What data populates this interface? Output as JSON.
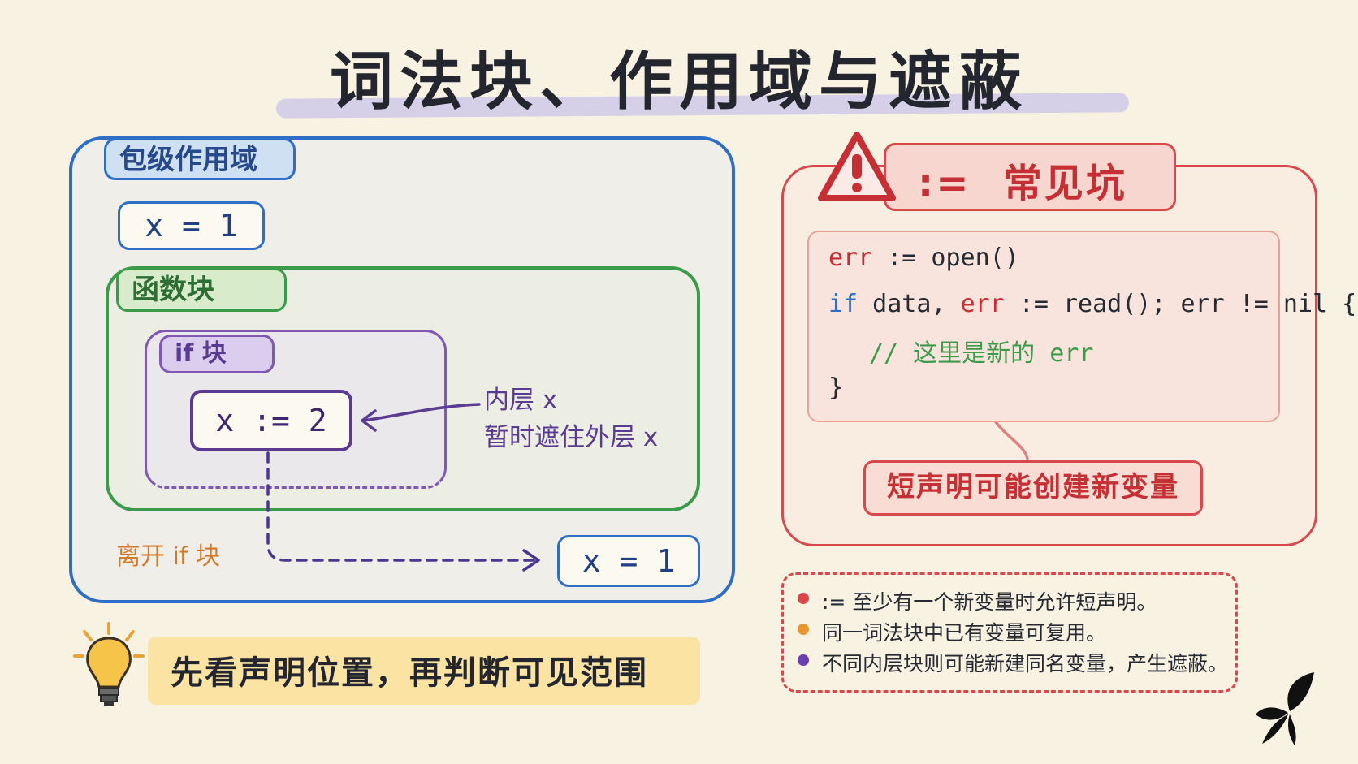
{
  "title": "词法块、作用域与遮蔽",
  "left": {
    "package_scope_label": "包级作用域",
    "x_outer": "x = 1",
    "function_block_label": "函数块",
    "if_block_label": "if 块",
    "x_inner": "x := 2",
    "inner_note_line1": "内层 x",
    "inner_note_line2": "暂时遮住外层 x",
    "leave_if_label": "离开 if 块",
    "x_after": "x = 1"
  },
  "banner": {
    "text": "先看声明位置，再判断可见范围",
    "icon": "lightbulb-icon"
  },
  "pitfall": {
    "op": ":=",
    "title": "常见坑",
    "icon": "warning-icon",
    "code": {
      "line1_var": "err",
      "line1_rest": " := open()",
      "line2_if": "if",
      "line2_mid": " data, ",
      "line2_var": "err",
      "line2_rest": " := read(); err != nil {",
      "line3_comment": "// 这里是新的 err",
      "line4": "}"
    },
    "callout": "短声明可能创建新变量"
  },
  "notes": [
    {
      "text": ":= 至少有一个新变量时允许短声明。",
      "color": "#d9484a"
    },
    {
      "text": "同一词法块中已有变量可复用。",
      "color": "#e6962f"
    },
    {
      "text": "不同内层块则可能新建同名变量，产生遮蔽。",
      "color": "#6a3fb0"
    }
  ],
  "colors": {
    "package": "#2f6ec7",
    "function": "#3b9b4b",
    "if_block": "#7f58b5",
    "leave": "#d27a2a",
    "pitfall": "#d9484a",
    "banner": "#fbe3a4"
  },
  "logo_icon": "butterfly-icon"
}
